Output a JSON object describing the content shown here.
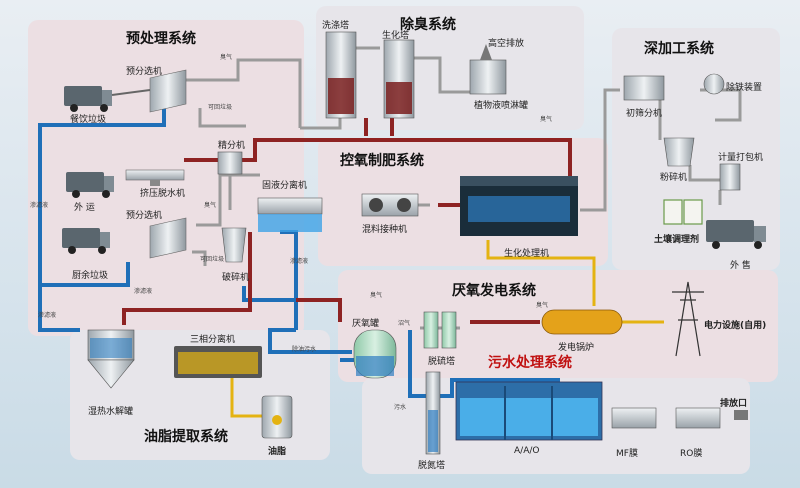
{
  "colors": {
    "blue_pipe": "#1f6fb8",
    "red_pipe": "#8e2323",
    "gray_pipe": "#8a8a8a",
    "yellow_pipe": "#e4b312",
    "zone_pink": "#ecdfe3",
    "zone_gray": "#e7e5ea",
    "sludge": "#7a1f1f",
    "water": "#3ea3e6"
  },
  "zones": {
    "pretreatment": "预处理系统",
    "deodor": "除臭系统",
    "deep": "深加工系统",
    "compost": "控氧制肥系统",
    "anaerobic": "厌氧发电系统",
    "sewage": "污水处理系统",
    "grease": "油脂提取系统"
  },
  "labels": {
    "scrubber": "洗涤塔",
    "biotower": "生化塔",
    "high_exhaust": "高空排放",
    "plant_spray": "植物液喷淋罐",
    "catering_waste": "餐饮垃圾",
    "presorter": "预分选机",
    "screw_press": "挤压脱水机",
    "outbound": "外 运",
    "fine_sorter": "精分机",
    "solid_liquid_sep": "固液分离机",
    "presorter2": "预分选机",
    "kitchen_waste": "厨余垃圾",
    "crusher": "破碎机",
    "mixer": "混料接种机",
    "bioreactor": "生化处理机",
    "primary_sieve": "初筛分机",
    "iron_remover": "除铁装置",
    "pulverizer": "粉碎机",
    "packer": "计量打包机",
    "soil_conditioner": "土壤调理剂",
    "sale": "外 售",
    "anaerobic_tank": "厌氧罐",
    "desulfur": "脱硫塔",
    "generator": "发电锅炉",
    "power_facility": "电力设施(自用)",
    "heated_hydrolysis": "湿热水解罐",
    "three_phase": "三相分离机",
    "grease": "油脂",
    "denitrification": "脱氮塔",
    "aao": "A/A/O",
    "mf": "MF膜",
    "ro": "RO膜",
    "outlet": "排放口"
  },
  "small": {
    "gas": "臭气",
    "gas2": "臭气",
    "gas3": "臭气",
    "gas4": "臭气",
    "gas5": "臭气",
    "biogas": "沼气",
    "recyclable": "可回垃圾",
    "recyclable2": "可回垃圾",
    "leachate": "渗滤液",
    "leachate2": "渗滤液",
    "leachate3": "渗滤液",
    "leachate4": "渗滤液",
    "sewage_in": "除油污水",
    "sewage2": "污水"
  }
}
